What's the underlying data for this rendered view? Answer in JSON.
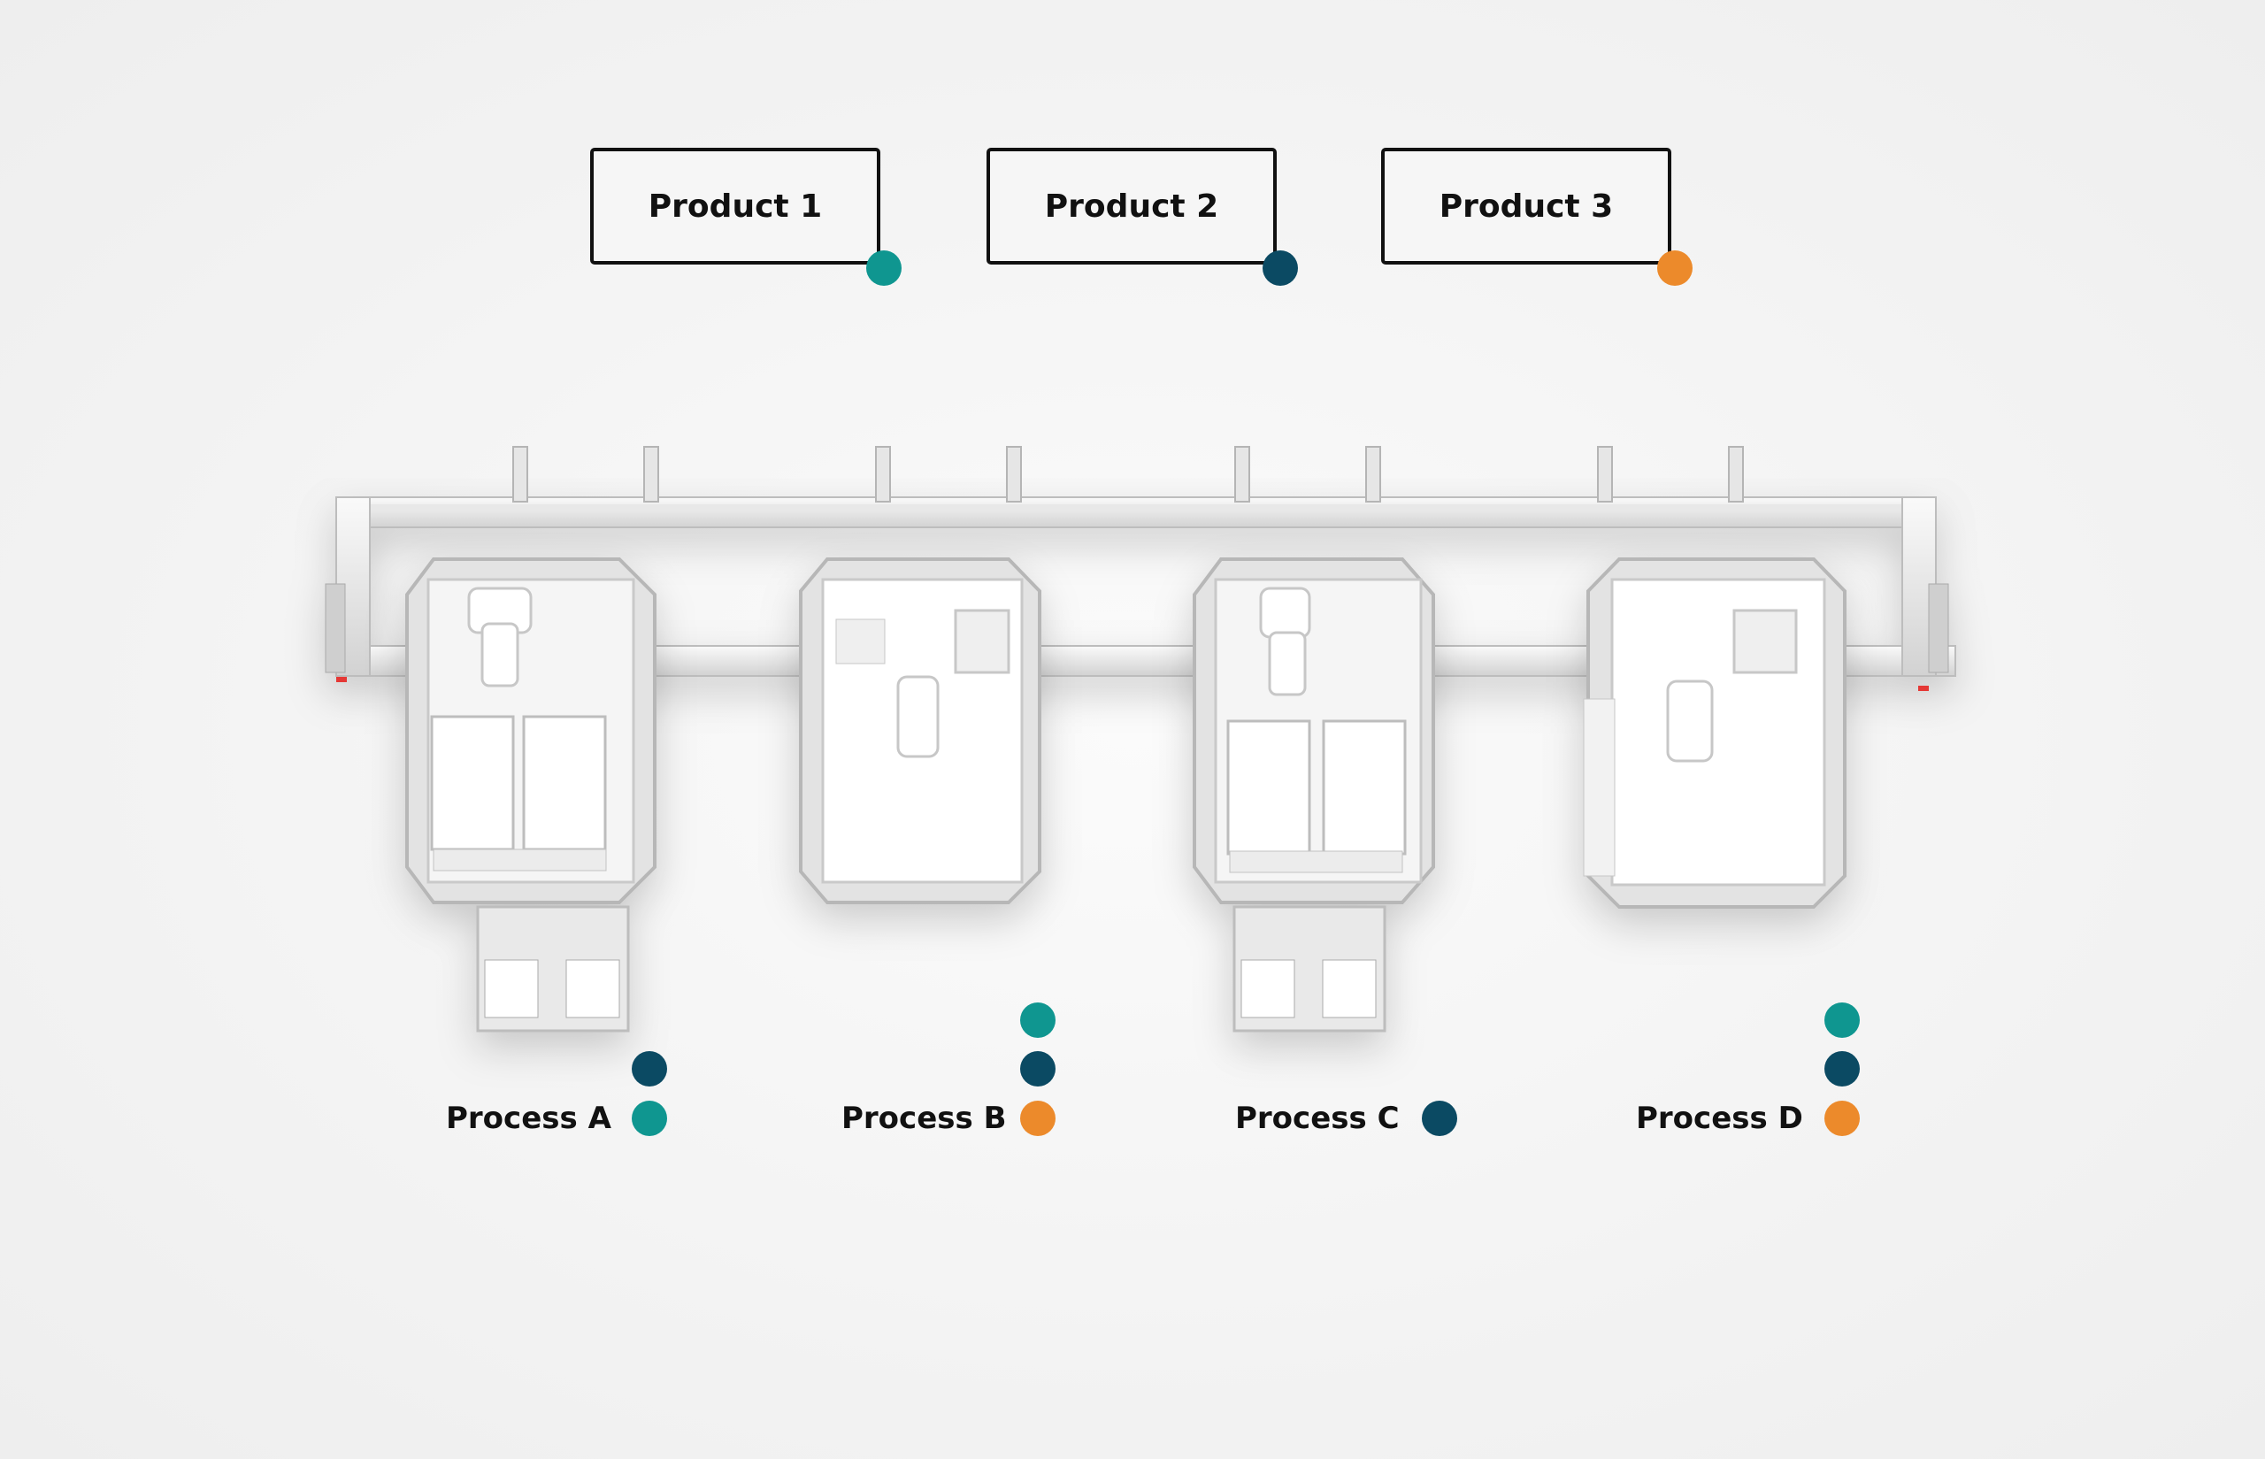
{
  "colors": {
    "teal": "#0f9690",
    "navy": "#0b4a63",
    "orange": "#ec8a2b"
  },
  "products": [
    {
      "label": "Product 1",
      "color": "teal"
    },
    {
      "label": "Product 2",
      "color": "navy"
    },
    {
      "label": "Product 3",
      "color": "orange"
    }
  ],
  "processes": [
    {
      "label": "Process A",
      "products": [
        "navy",
        "teal"
      ]
    },
    {
      "label": "Process B",
      "products": [
        "teal",
        "navy",
        "orange"
      ]
    },
    {
      "label": "Process C",
      "products": [
        "navy"
      ]
    },
    {
      "label": "Process D",
      "products": [
        "teal",
        "navy",
        "orange"
      ]
    }
  ]
}
